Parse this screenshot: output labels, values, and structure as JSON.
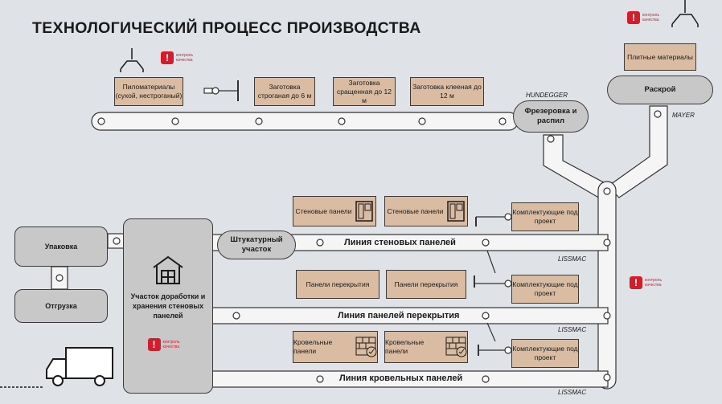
{
  "title": "ТЕХНОЛОГИЧЕСКИЙ ПРОЦЕСС ПРОИЗВОДСТВА",
  "quality_label": "контроль качества",
  "quality_icon": "exclamation-icon",
  "colors": {
    "accent": "#d21e2b",
    "material": "#d9bca1",
    "station": "#c8c8c8",
    "conveyor": "#f5f5f5",
    "background": "#dfe3e8"
  },
  "top_line": {
    "materials": [
      "Пиломатериалы (сухой, нестроганый)",
      "Заготовка строганая до 6 м",
      "Заготовка сращенная до 12 м",
      "Заготовка клееная до 12 м"
    ],
    "brand": "HUNDEGGER",
    "station": "Фрезеровка и распил"
  },
  "right_top": {
    "material": "Плитные материалы",
    "station": "Раскрой",
    "brand": "MAYER"
  },
  "wall_line": {
    "label": "Линия стеновых панелей",
    "brand": "LISSMAC",
    "panels": [
      "Стеновые панели",
      "Стеновые панели"
    ],
    "kit": "Комплектующие под проект",
    "station": "Штукатурный участок"
  },
  "floor_line": {
    "label": "Линия панелей перекрытия",
    "brand": "LISSMAC",
    "panels": [
      "Панели перекрытия",
      "Панели перекрытия"
    ],
    "kit": "Комплектующие под проект"
  },
  "roof_line": {
    "label": "Линия кровельных панелей",
    "brand": "LISSMAC",
    "panels": [
      "Кровельные панели",
      "Кровельные панели"
    ],
    "kit": "Комплектующие под проект"
  },
  "left": {
    "packing": "Упаковка",
    "shipping": "Отгрузка",
    "warehouse": "Участок доработки и хранения стеновых панелей"
  }
}
